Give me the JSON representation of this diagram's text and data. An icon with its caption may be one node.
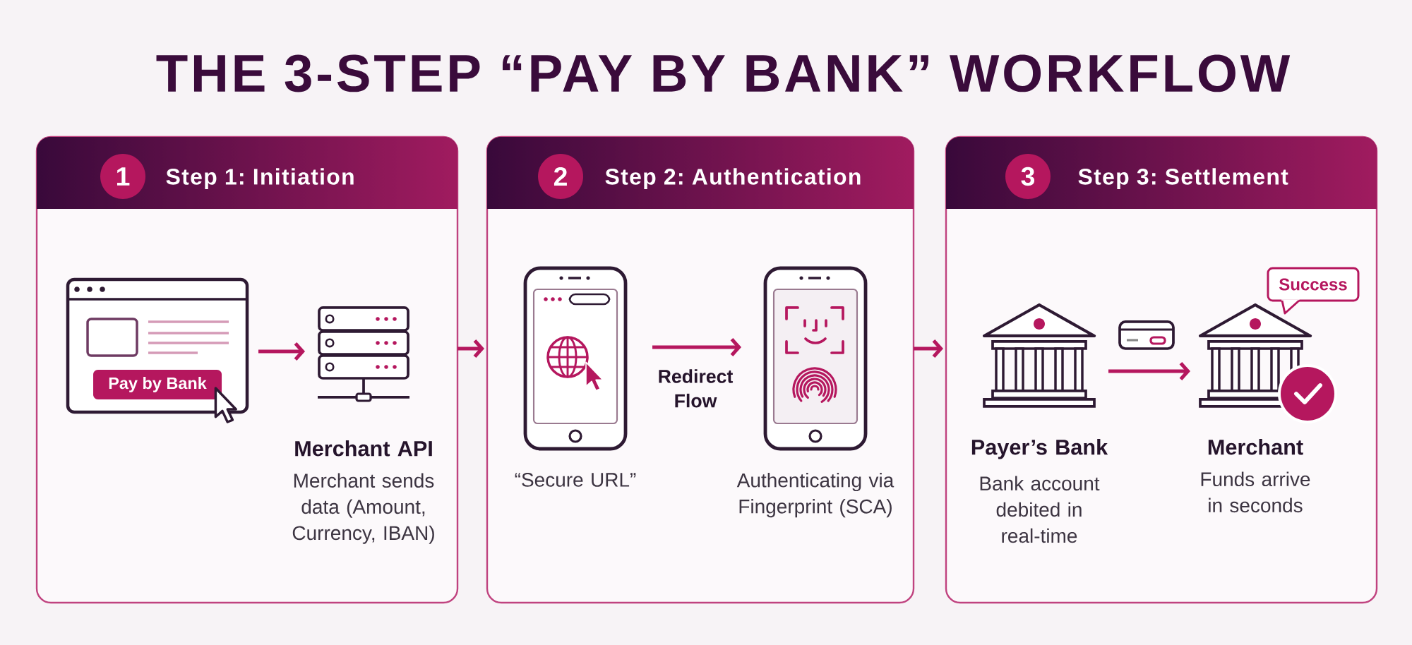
{
  "diagram": {
    "title": "THE 3-STEP “PAY BY BANK” WORKFLOW",
    "nodes": [
      {
        "text": [
          "Step 1: Initiation"
        ]
      },
      {
        "text": [
          "1"
        ],
        "in": 0
      },
      {
        "text": [],
        "shape": "picture",
        "in": 0
      },
      {
        "text": [
          "Pay by Bank"
        ],
        "in": 2
      },
      {
        "text": [],
        "shape": "picture",
        "beside": [
          "Merchant API",
          "Merchant sends data (Amount, Currency, IBAN)"
        ],
        "in": 0
      },
      {
        "text": [
          "Step 2: Authentication"
        ]
      },
      {
        "text": [
          "2"
        ],
        "in": 5
      },
      {
        "text": [],
        "shape": "picture",
        "beside": [
          "“Secure URL”"
        ],
        "in": 5
      },
      {
        "text": [],
        "shape": "picture",
        "beside": [
          "Authenticating via Fingerprint (SCA)"
        ],
        "in": 5
      },
      {
        "text": [
          "Step 3: Settlement"
        ]
      },
      {
        "text": [
          "3"
        ],
        "in": 9
      },
      {
        "text": [],
        "shape": "picture",
        "beside": [
          "Payer’s Bank",
          "Bank account debited in real-time"
        ],
        "in": 9
      },
      {
        "text": [],
        "shape": "picture",
        "beside": [
          "Merchant",
          "Funds arrive in seconds"
        ],
        "in": 9
      },
      {
        "text": [
          "Success"
        ],
        "in": 9
      }
    ],
    "edges": [
      {
        "from": 2,
        "to": 4,
        "arrow": "to"
      },
      {
        "from": 0,
        "to": 5,
        "arrow": "to"
      },
      {
        "from": 7,
        "to": 8,
        "arrow": "to",
        "label": "Redirect Flow"
      },
      {
        "from": 5,
        "to": 9,
        "arrow": "to"
      },
      {
        "from": 11,
        "to": 12,
        "arrow": "to"
      }
    ]
  }
}
